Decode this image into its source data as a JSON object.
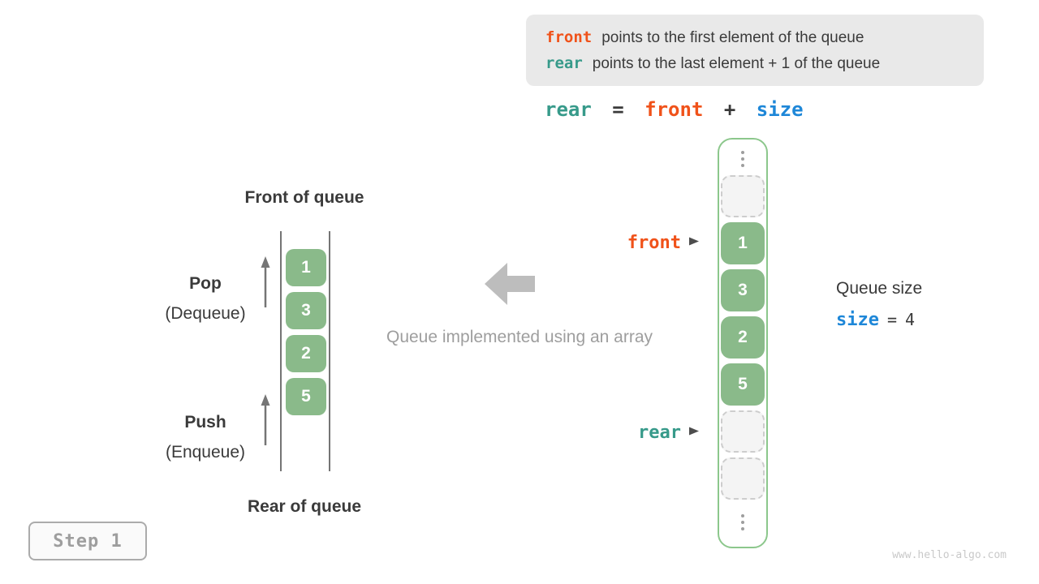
{
  "colors": {
    "front_orange": "#f0521a",
    "rear_teal": "#379a8a",
    "size_blue": "#1e87d8",
    "cell_green": "#8aba8a",
    "array_border_green": "#8cc78c",
    "legend_bg_gray": "#e9e9e9",
    "muted_gray": "#9e9e9e"
  },
  "info_box": {
    "line1": {
      "code": "front",
      "text": "points to the first element of the queue"
    },
    "line2": {
      "code": "rear",
      "text": "points to the last element + 1 of the queue"
    }
  },
  "formula": {
    "lhs": "rear",
    "eq": "=",
    "rhs1": "front",
    "op": "+",
    "rhs2": "size"
  },
  "left_queue": {
    "front_title": "Front of queue",
    "rear_title": "Rear of queue",
    "pop": "Pop",
    "pop_sub": "(Dequeue)",
    "push": "Push",
    "push_sub": "(Enqueue)",
    "values": [
      "1",
      "3",
      "2",
      "5"
    ]
  },
  "middle": {
    "caption": "Queue implemented using an array"
  },
  "array_panel": {
    "front_pointer": "front",
    "rear_pointer": "rear",
    "cells": [
      {
        "type": "dots"
      },
      {
        "type": "empty"
      },
      {
        "type": "value",
        "value": "1",
        "pointer": "front"
      },
      {
        "type": "value",
        "value": "3"
      },
      {
        "type": "value",
        "value": "2"
      },
      {
        "type": "value",
        "value": "5"
      },
      {
        "type": "empty",
        "pointer": "rear"
      },
      {
        "type": "empty"
      },
      {
        "type": "dots"
      }
    ]
  },
  "size_panel": {
    "title": "Queue size",
    "variable": "size",
    "eq": "=",
    "value": "4"
  },
  "step_badge": "Step 1",
  "watermark": "www.hello-algo.com"
}
